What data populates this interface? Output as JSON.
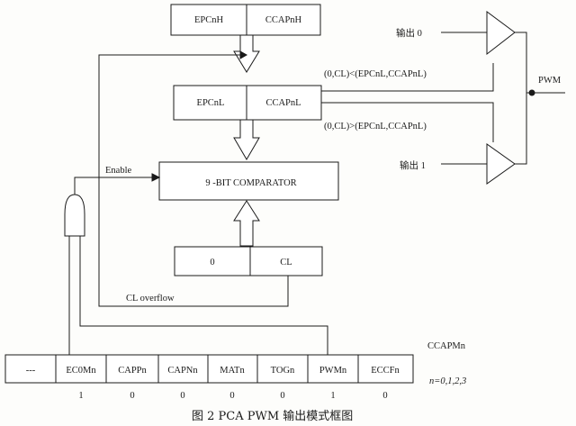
{
  "registers": {
    "high": {
      "left": "EPCnH",
      "right": "CCAPnH"
    },
    "low": {
      "left": "EPCnL",
      "right": "CCAPnL"
    },
    "counter": {
      "left": "0",
      "right": "CL"
    }
  },
  "comparator": {
    "label": "9 -BIT COMPARATOR"
  },
  "labels": {
    "enable": "Enable",
    "cl_overflow": "CL overflow",
    "cond_less": "(0,CL)<(EPCnL,CCAPnL)",
    "cond_greater": "(0,CL)>(EPCnL,CCAPnL)",
    "output0": "输出  0",
    "output1": "输出  1",
    "pwm": "PWM"
  },
  "ccapmn": {
    "title": "CCAPMn",
    "n_values": "n=0,1,2,3",
    "bits": [
      {
        "name": "---",
        "value": ""
      },
      {
        "name": "EC0Mn",
        "value": "1"
      },
      {
        "name": "CAPPn",
        "value": "0"
      },
      {
        "name": "CAPNn",
        "value": "0"
      },
      {
        "name": "MATn",
        "value": "0"
      },
      {
        "name": "TOGn",
        "value": "0"
      },
      {
        "name": "PWMn",
        "value": "1"
      },
      {
        "name": "ECCFn",
        "value": "0"
      }
    ]
  },
  "caption": "图 2    PCA PWM 输出模式框图"
}
